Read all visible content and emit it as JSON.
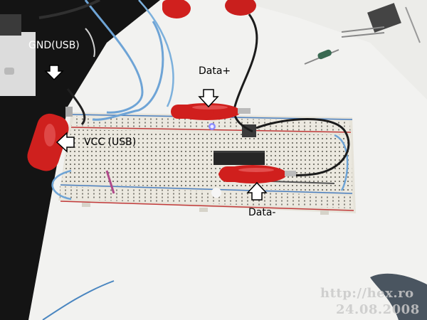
{
  "labels": {
    "gnd": "GND(USB)",
    "data_plus": "Data+",
    "vcc": "VCC (USB)",
    "data_minus": "Data-"
  },
  "watermark": {
    "url": "http://hex.ro",
    "date": "24.08.2008"
  },
  "colors": {
    "clip_red": "#d0201e",
    "breadboard": "#ece9e0",
    "paper": "#f3f3f3",
    "background": "#111111",
    "wire_blue": "#6fa6d8",
    "wire_black": "#1a1a1a"
  }
}
